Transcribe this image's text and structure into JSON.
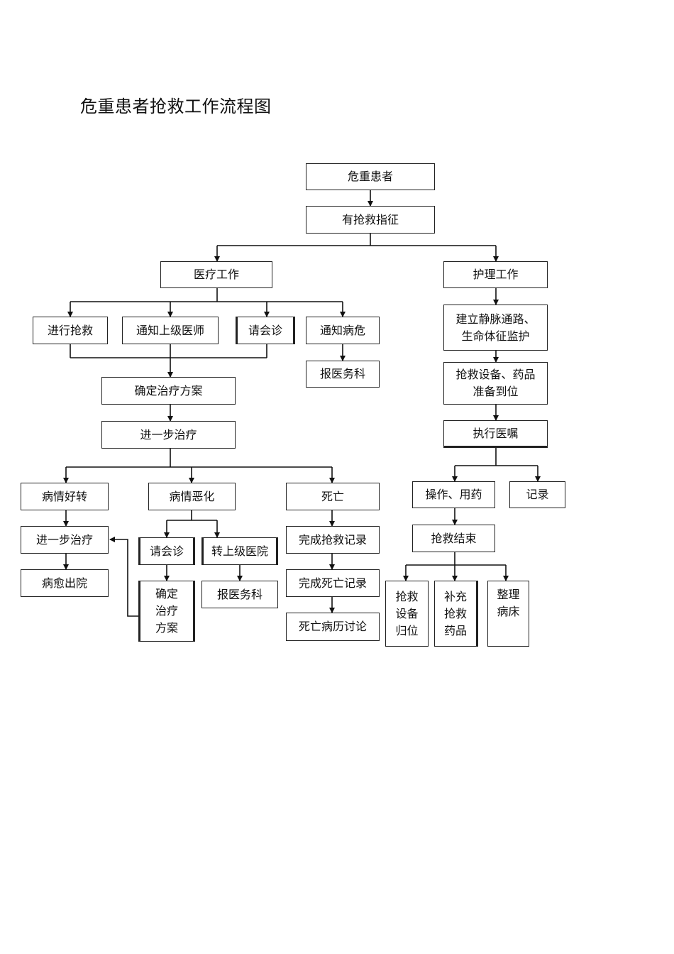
{
  "title": "危重患者抢救工作流程图",
  "nodes": {
    "critical_patient": "危重患者",
    "rescue_indication": "有抢救指征",
    "medical_work": "医疗工作",
    "nursing_work": "护理工作",
    "perform_rescue": "进行抢救",
    "notify_superior_doctor": "通知上级医师",
    "consultation_1": "请会诊",
    "notify_critical": "通知病危",
    "report_medical_affairs_1": "报医务科",
    "confirm_treatment_plan": "确定治疗方案",
    "further_treatment_1": "进一步治疗",
    "condition_improved": "病情好转",
    "further_treatment_2": "进一步治疗",
    "recovered_discharged": "病愈出院",
    "condition_worsened": "病情恶化",
    "consultation_2": "请会诊",
    "transfer_superior_hospital": "转上级医院",
    "confirm_plan_2": [
      "确定",
      "治疗",
      "方案"
    ],
    "report_medical_affairs_2": "报医务科",
    "death": "死亡",
    "complete_rescue_record": "完成抢救记录",
    "complete_death_record": "完成死亡记录",
    "death_case_discussion": "死亡病历讨论",
    "iv_access_monitoring": [
      "建立静脉通路、",
      "生命体征监护"
    ],
    "prepare_equipment_drugs": [
      "抢救设备、药品",
      "准备到位"
    ],
    "execute_orders": "执行医嘱",
    "operate_medicate": "操作、用药",
    "record": "记录",
    "rescue_end": "抢救结束",
    "return_equipment": [
      "抢救",
      "设备",
      "归位"
    ],
    "replenish_drugs": [
      "补充",
      "抢救",
      "药品"
    ],
    "tidy_bed": [
      "整理",
      "病床"
    ]
  }
}
